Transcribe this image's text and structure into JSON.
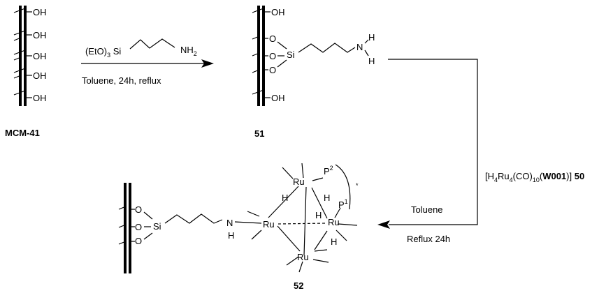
{
  "reactant": {
    "label": "MCM-41",
    "oh": [
      "OH",
      "OH",
      "OH",
      "OH",
      "OH"
    ]
  },
  "step1": {
    "reagent_prefix": "(EtO)",
    "reagent_sub": "3",
    "reagent_si": "Si",
    "reagent_nh": "NH",
    "reagent_nh_sub": "2",
    "conditions": "Toluene, 24h, reflux"
  },
  "intermediate": {
    "label": "51",
    "oh_top": "OH",
    "oh_bottom": "OH",
    "o": [
      "O",
      "O",
      "O"
    ],
    "si": "Si",
    "n": "N",
    "h_top": "H",
    "h_bottom": "H"
  },
  "step2": {
    "catalyst_prefix": "[H",
    "catalyst_sub1": "4",
    "catalyst_ru": "Ru",
    "catalyst_sub2": "4",
    "catalyst_co": "(CO)",
    "catalyst_sub3": "10",
    "catalyst_open": "(",
    "catalyst_ligand": "W001",
    "catalyst_close": ")]",
    "catalyst_id": "50",
    "solvent": "Toluene",
    "conditions": "Reflux 24h"
  },
  "product": {
    "label": "52",
    "o": [
      "O",
      "O",
      "O"
    ],
    "si": "Si",
    "n": "N",
    "nh": "H",
    "ru_top": "Ru",
    "ru_left": "Ru",
    "ru_right": "Ru",
    "ru_bottom": "Ru",
    "hydrides": [
      "H",
      "H",
      "H",
      "H"
    ],
    "p2": "P",
    "p2_sup": "2",
    "p1": "P",
    "p1_sup": "1",
    "star": "*"
  }
}
